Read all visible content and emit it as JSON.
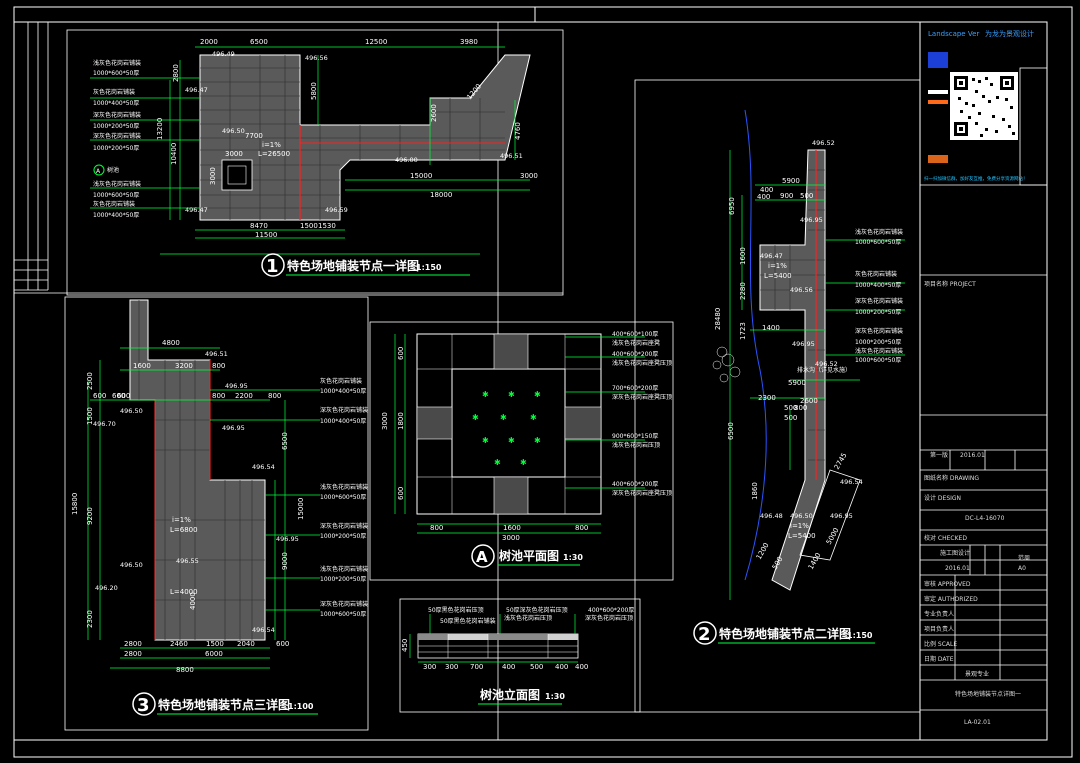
{
  "brand": {
    "name_en": "Landscape Ver",
    "name_cn": "为龙为景观设计"
  },
  "colors": {
    "line": "#ffffff",
    "dim": "#00ff3c",
    "brick": "#6f6f6f",
    "red": "#ff2020",
    "blue": "#2a55ff",
    "accent_orange": "#ff6a1a",
    "bg": "#000000"
  },
  "title_block": {
    "scan_note": "扫一扫加微信群，加好友互推，免费分享资源网站！",
    "stage_tag": "第一版",
    "date": "2016.01",
    "sheet_title": "特色场地铺装节点详图一",
    "sheet_no": "LA-02.01",
    "project_no": "DC-L4-16070",
    "phase": "施工图设计",
    "revision": "A0",
    "date2": "2016.01",
    "person": "范周",
    "discipline": "景观专业",
    "field_labels": [
      "项目名称 PROJECT",
      "图纸名称 DRAWING",
      "设计 DESIGN",
      "校对 CHECKED",
      "审核 APPROVED",
      "审定 AUTHORIZED",
      "专业负责人",
      "项目负责人",
      "比例 SCALE",
      "日期 DATE"
    ]
  },
  "drawings": [
    {
      "number": "1",
      "title": "特色场地铺装节点一详图",
      "scale": "1:150"
    },
    {
      "number": "2",
      "title": "特色场地铺装节点二详图",
      "scale": "1:150"
    },
    {
      "number": "3",
      "title": "特色场地铺装节点三详图",
      "scale": "1:100"
    },
    {
      "number": "A",
      "title": "树池平面图",
      "scale": "1:30"
    },
    {
      "number": "",
      "title": "树池立面图",
      "scale": "1:30"
    }
  ],
  "d1": {
    "dims": [
      "2000",
      "6500",
      "12500",
      "3980",
      "2800",
      "13200",
      "10400",
      "5800",
      "2600",
      "3000",
      "15000",
      "18000",
      "3000",
      "8470",
      "11500",
      "1500",
      "1530",
      "4760",
      "1200",
      "7700",
      "3000"
    ],
    "elevations": [
      "496.49",
      "496.56",
      "496.47",
      "496.50",
      "496.00",
      "496.51",
      "496.47",
      "496.59"
    ],
    "slope": "i=1%",
    "length": "L=26500",
    "notes": [
      "浅灰色花岗岩铺装",
      "1000*600*50厚",
      "灰色花岗岩铺装",
      "1000*400*50厚",
      "深灰色花岗岩铺装",
      "1000*200*50厚",
      "深灰色花岗岩铺装",
      "1000*200*50厚",
      "树池",
      "浅灰色花岗岩铺装",
      "1000*600*50厚",
      "灰色花岗岩铺装",
      "1000*400*50厚"
    ]
  },
  "d2": {
    "dims": [
      "5900",
      "400",
      "900",
      "400",
      "500",
      "1400",
      "2300",
      "500",
      "500",
      "6950",
      "1600",
      "2280",
      "28480",
      "1723",
      "6500",
      "5900",
      "2600",
      "800",
      "1860",
      "2745",
      "5000",
      "1200",
      "500",
      "1400"
    ],
    "elevations": [
      "496.52",
      "496.95",
      "496.47",
      "496.56",
      "496.95",
      "496.52",
      "496.54",
      "496.48",
      "496.50",
      "496.95"
    ],
    "slopes": [
      "i=1%",
      "i=1%"
    ],
    "lengths": [
      "L=5400",
      "L=5400"
    ],
    "notes": [
      "浅灰色花岗岩铺装",
      "1000*600*50厚",
      "灰色花岗岩铺装",
      "1000*400*50厚",
      "深灰色花岗岩铺装",
      "1000*200*50厚",
      "深灰色花岗岩铺装",
      "1000*200*50厚",
      "浅灰色花岗岩铺装",
      "1000*600*50厚",
      "排水沟（详见水施）"
    ]
  },
  "d3": {
    "dims": [
      "4800",
      "1600",
      "3200",
      "800",
      "600",
      "600",
      "800",
      "2200",
      "800",
      "2500",
      "1500",
      "15800",
      "9200",
      "2300",
      "6500",
      "15000",
      "9000",
      "4000",
      "2800",
      "2460",
      "1500",
      "2040",
      "2800",
      "6000",
      "8800",
      "600",
      "600"
    ],
    "elevations": [
      "496.51",
      "496.95",
      "496.50",
      "496.70",
      "496.95",
      "496.54",
      "496.95",
      "496.55",
      "496.50",
      "496.20",
      "496.54"
    ],
    "slope": "i=1%",
    "lengths": [
      "L=6800",
      "L=4000"
    ],
    "notes": [
      "灰色花岗岩铺装",
      "1000*400*50厚",
      "深灰色花岗岩铺装",
      "1000*400*50厚",
      "浅灰色花岗岩铺装",
      "1000*600*50厚",
      "深灰色花岗岩铺装",
      "1000*200*50厚",
      "浅灰色花岗岩铺装",
      "1000*200*50厚",
      "深灰色花岗岩铺装",
      "1000*600*50厚"
    ]
  },
  "dA": {
    "dims_bottom": [
      "800",
      "1600",
      "800",
      "3000"
    ],
    "dims_left": [
      "600",
      "3000",
      "1800",
      "600"
    ],
    "notes": [
      "400*600*100厚",
      "浅灰色花岗岩座凳",
      "400*600*200厚",
      "浅灰色花岗岩座凳压顶",
      "700*600*200厚",
      "深灰色花岗岩座凳压顶",
      "900*600*150厚",
      "浅灰色花岗岩压顶",
      "400*600*200厚",
      "深灰色花岗岩座凳压顶"
    ]
  },
  "dE": {
    "top_notes": [
      "50厚黑色花岗岩压顶",
      "50厚深灰色花岗岩压顶",
      "400*600*200厚",
      "50厚黑色花岗岩铺装",
      "浅灰色花岗岩压顶",
      "深灰色花岗岩压顶"
    ],
    "dims": [
      "300",
      "300",
      "700",
      "400",
      "500",
      "400",
      "400",
      "450"
    ]
  }
}
